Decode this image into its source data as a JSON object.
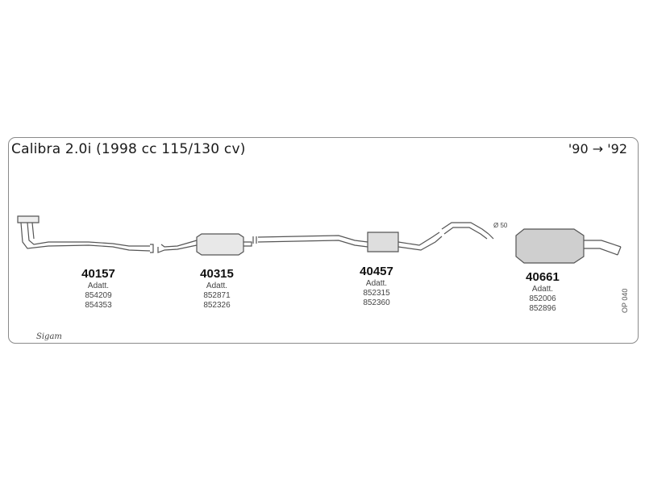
{
  "title": "Calibra 2.0i (1998 cc 115/130 cv)",
  "years": "'90 → '92",
  "diameter_label": "Ø 50",
  "drawing_code": "OP 040",
  "logo": "Sigam",
  "parts": [
    {
      "number": "40157",
      "adatt_label": "Adatt.",
      "refs": [
        "854209",
        "854353"
      ]
    },
    {
      "number": "40315",
      "adatt_label": "Adatt.",
      "refs": [
        "852871",
        "852326"
      ]
    },
    {
      "number": "40457",
      "adatt_label": "Adatt.",
      "refs": [
        "852315",
        "852360"
      ]
    },
    {
      "number": "40661",
      "adatt_label": "Adatt.",
      "refs": [
        "852006",
        "852896"
      ]
    }
  ]
}
